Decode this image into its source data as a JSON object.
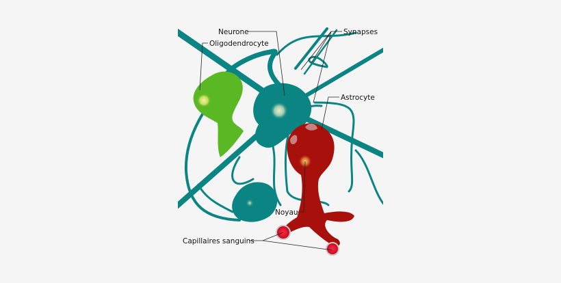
{
  "labels": {
    "neurone": "Neurone",
    "oligodendrocyte": "Oligodendrocyte",
    "synapses": "Synapses",
    "astrocyte": "Astrocyte",
    "noyau": "Noyau",
    "capillaires": "Capillaires sanguins"
  },
  "colors": {
    "background": "#f5f5f5",
    "neuron": "#0b8583",
    "oligodendrocyte": "#5ab825",
    "astrocyte": "#a8100b",
    "capillary": "#e0102a",
    "nucleus_glow": "#f0e070"
  }
}
